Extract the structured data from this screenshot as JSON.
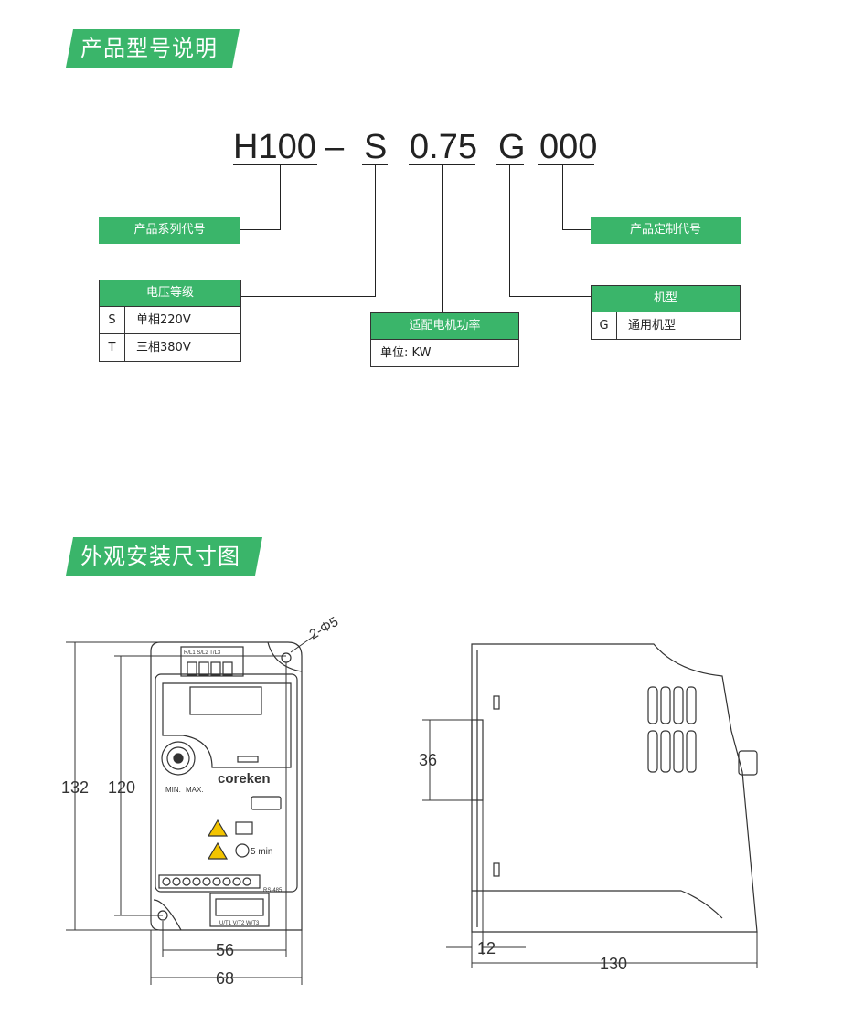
{
  "sections": {
    "model_title": "产品型号说明",
    "dimensions_title": "外观安装尺寸图"
  },
  "model_code": {
    "series": "H100",
    "dash": "–",
    "voltage": "S",
    "power": "0.75",
    "type": "G",
    "custom": "000"
  },
  "labels": {
    "series_label": "产品系列代号",
    "custom_label": "产品定制代号",
    "voltage": {
      "header": "电压等级",
      "rows": [
        {
          "code": "S",
          "desc": "单相220V"
        },
        {
          "code": "T",
          "desc": "三相380V"
        }
      ]
    },
    "power": {
      "header": "适配电机功率",
      "unit": "单位: KW"
    },
    "type": {
      "header": "机型",
      "rows": [
        {
          "code": "G",
          "desc": "通用机型"
        }
      ]
    }
  },
  "drawing": {
    "hole_label": "2-Φ5",
    "brand": "coreken",
    "knob_min": "MIN.",
    "knob_max": "MAX.",
    "warning_time": "5 min",
    "top_terminals": "R/L1 S/L2 T/L3",
    "bottom_terminals": "U/T1 V/T2 W/T3",
    "rs485": "RS-485",
    "front": {
      "total_height": "132",
      "mount_height": "120",
      "mount_width": "56",
      "total_width": "68"
    },
    "side": {
      "rail_height": "36",
      "rail_depth": "12",
      "total_depth": "130"
    }
  }
}
